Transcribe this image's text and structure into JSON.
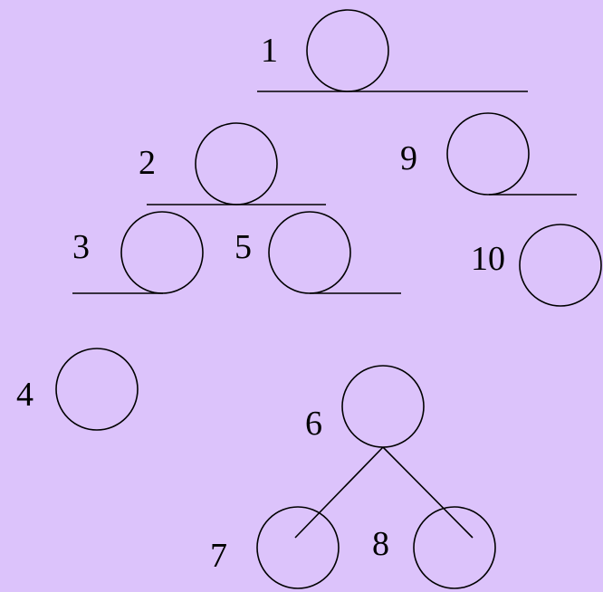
{
  "background_color": "#dcc3fb",
  "stroke_color": "#000000",
  "nodes": [
    {
      "id": "n1",
      "label": "1"
    },
    {
      "id": "n2",
      "label": "2"
    },
    {
      "id": "n9",
      "label": "9"
    },
    {
      "id": "n3",
      "label": "3"
    },
    {
      "id": "n5",
      "label": "5"
    },
    {
      "id": "n10",
      "label": "10"
    },
    {
      "id": "n4",
      "label": "4"
    },
    {
      "id": "n6",
      "label": "6"
    },
    {
      "id": "n7",
      "label": "7"
    },
    {
      "id": "n8",
      "label": "8"
    }
  ]
}
